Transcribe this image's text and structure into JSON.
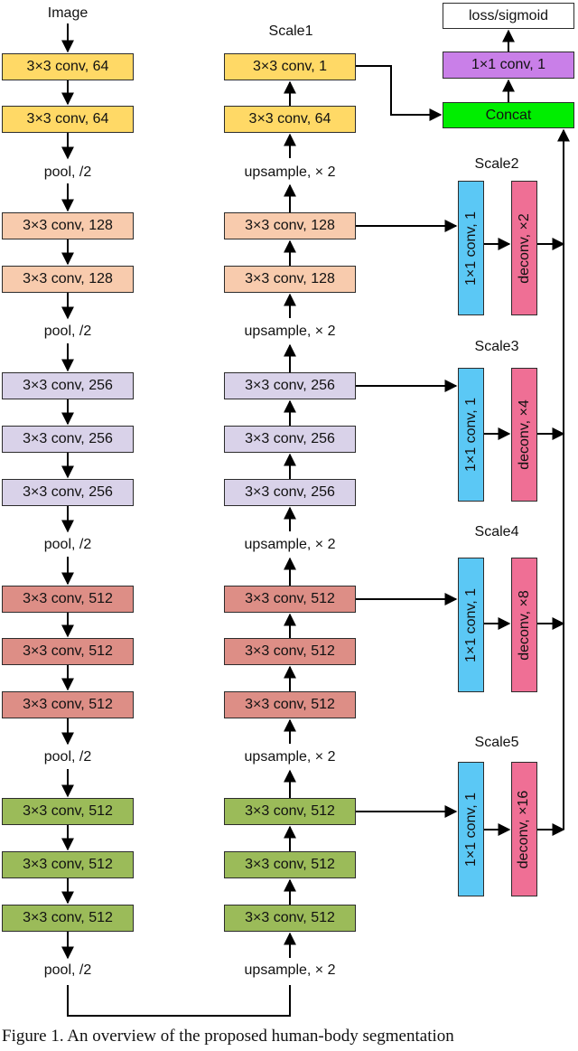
{
  "encoder": {
    "input_label": "Image",
    "blocks": [
      "3×3 conv, 64",
      "3×3 conv, 64",
      "pool, /2",
      "3×3 conv, 128",
      "3×3 conv, 128",
      "pool, /2",
      "3×3 conv, 256",
      "3×3 conv, 256",
      "3×3 conv, 256",
      "pool, /2",
      "3×3 conv, 512",
      "3×3 conv, 512",
      "3×3 conv, 512",
      "pool, /2",
      "3×3 conv, 512",
      "3×3 conv, 512",
      "3×3 conv, 512",
      "pool, /2"
    ]
  },
  "decoder": {
    "scale_label": "Scale1",
    "blocks": [
      "3×3 conv, 1",
      "3×3 conv, 64",
      "upsample, × 2",
      "3×3 conv, 128",
      "3×3 conv, 128",
      "upsample, × 2",
      "3×3 conv, 256",
      "3×3 conv, 256",
      "3×3 conv, 256",
      "upsample, × 2",
      "3×3 conv, 512",
      "3×3 conv, 512",
      "3×3 conv, 512",
      "upsample, × 2",
      "3×3 conv, 512",
      "3×3 conv, 512",
      "3×3 conv, 512",
      "upsample, × 2"
    ]
  },
  "branches": [
    {
      "scale_label": "Scale2",
      "conv_label": "1×1 conv, 1",
      "deconv_label": "deconv, ×2"
    },
    {
      "scale_label": "Scale3",
      "conv_label": "1×1 conv, 1",
      "deconv_label": "deconv, ×4"
    },
    {
      "scale_label": "Scale4",
      "conv_label": "1×1 conv, 1",
      "deconv_label": "deconv, ×8"
    },
    {
      "scale_label": "Scale5",
      "conv_label": "1×1 conv, 1",
      "deconv_label": "deconv, ×16"
    }
  ],
  "head": {
    "loss_label": "loss/sigmoid",
    "conv_label": "1×1 conv, 1",
    "concat_label": "Concat"
  },
  "caption": "Figure 1. An overview of the proposed human-body segmentation"
}
